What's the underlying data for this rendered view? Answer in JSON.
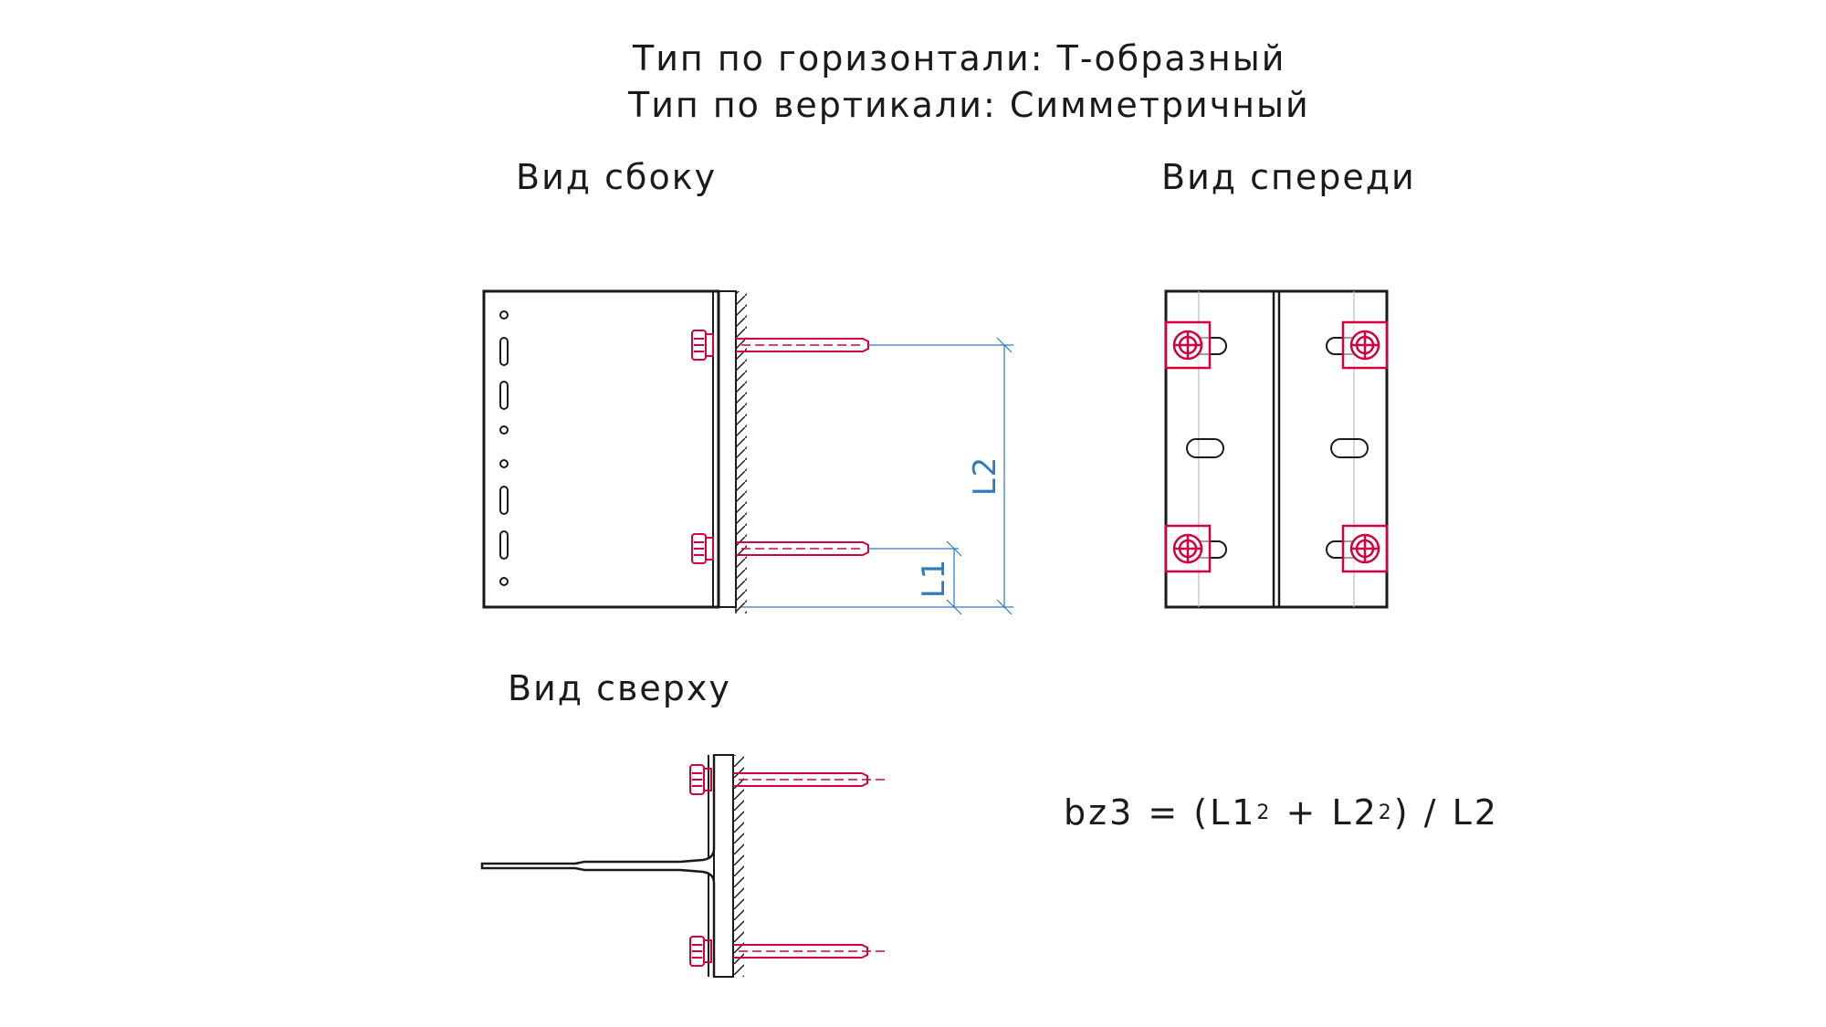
{
  "header": {
    "line1": "Тип по горизонтали: Т-образный",
    "line2": "Тип по вертикали: Симметричный"
  },
  "views": {
    "side": "Вид сбоку",
    "front": "Вид спереди",
    "top": "Вид сверху"
  },
  "dimensions": {
    "l1": "L1",
    "l2": "L2"
  },
  "formula": {
    "lhs": "bz3 = (L1",
    "exp1": "2",
    "mid": " + L2",
    "exp2": "2",
    "rhs": ") / L2"
  },
  "colors": {
    "line": "#1a1a1a",
    "anchor": "#d2003c",
    "dimension": "#2f7bbf"
  }
}
